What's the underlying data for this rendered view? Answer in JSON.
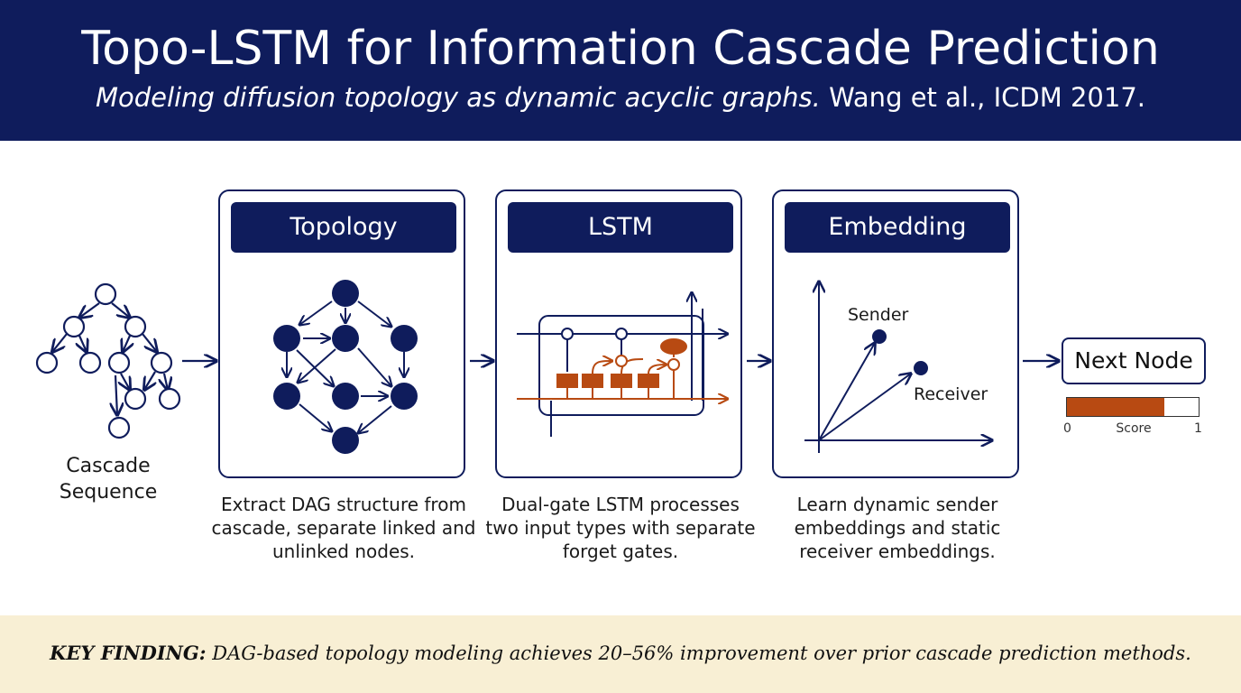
{
  "header": {
    "title": "Topo-LSTM for Information Cascade Prediction",
    "subtitle_italic": "Modeling diffusion topology as dynamic acyclic graphs.",
    "subtitle_plain": " Wang et al., ICDM 2017."
  },
  "cascade": {
    "label": "Cascade Sequence"
  },
  "panels": [
    {
      "title": "Topology",
      "description": "Extract DAG structure from cascade, separate linked and unlinked nodes."
    },
    {
      "title": "LSTM",
      "description": "Dual-gate LSTM processes two input types with separate forget gates."
    },
    {
      "title": "Embedding",
      "description": "Learn dynamic sender embeddings and static receiver embeddings.",
      "sender_label": "Sender",
      "receiver_label": "Receiver"
    }
  ],
  "output": {
    "label": "Next Node",
    "score_label": "Score",
    "score_min": "0",
    "score_max": "1",
    "score_fraction": 0.74
  },
  "key_finding": {
    "prefix": "KEY FINDING:",
    "text": " DAG-based topology modeling achieves 20–56% improvement over prior cascade prediction methods."
  },
  "colors": {
    "navy": "#0f1c5c",
    "orange": "#b84a12",
    "finding_bg": "#f8efd4"
  }
}
